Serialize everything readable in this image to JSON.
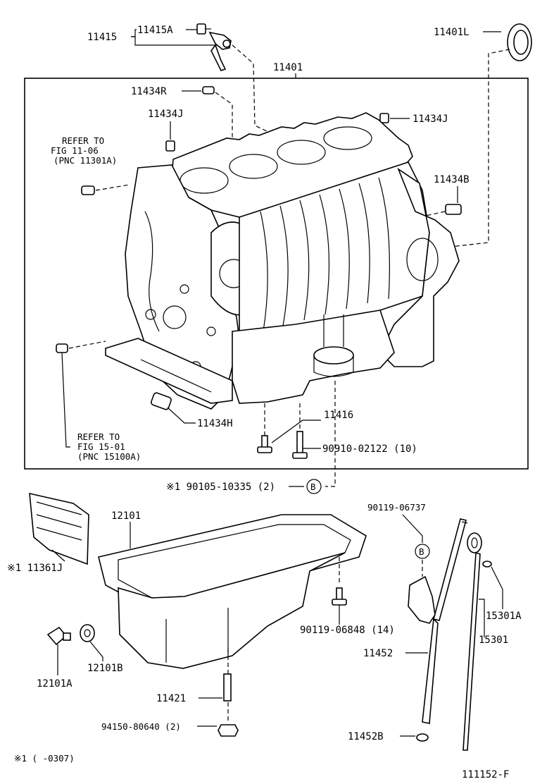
{
  "diagram_id": "111152-F",
  "labels": {
    "p11415": "11415",
    "p11415a": "11415A",
    "p11401l": "11401L",
    "p11401": "11401",
    "p11434r": "11434R",
    "p11434j_left": "11434J",
    "p11434j_right": "11434J",
    "p11434b": "11434B",
    "p11434h": "11434H",
    "p11416": "11416",
    "p90910": "90910-02122 (10)",
    "p90105": "※1 90105-10335 (2)",
    "p90119_06737": "90119-06737",
    "p12101": "12101",
    "p11361j": "※1 11361J",
    "p90119_06848": "90119-06848 (14)",
    "p15301a": "15301A",
    "p15301": "15301",
    "p11452": "11452",
    "p12101a": "12101A",
    "p12101b": "12101B",
    "p11421": "11421",
    "p94150": "94150-80640 (2)",
    "p11452b": "11452B",
    "footnote": "※1 (      -0307)"
  },
  "refs": {
    "ref1": [
      "REFER TO",
      "FIG 11-06",
      "(PNC 11301A)"
    ],
    "ref2": [
      "REFER TO",
      "FIG 15-01",
      "(PNC 15100A)"
    ]
  },
  "markers": {
    "b1": "B",
    "b2": "B"
  }
}
